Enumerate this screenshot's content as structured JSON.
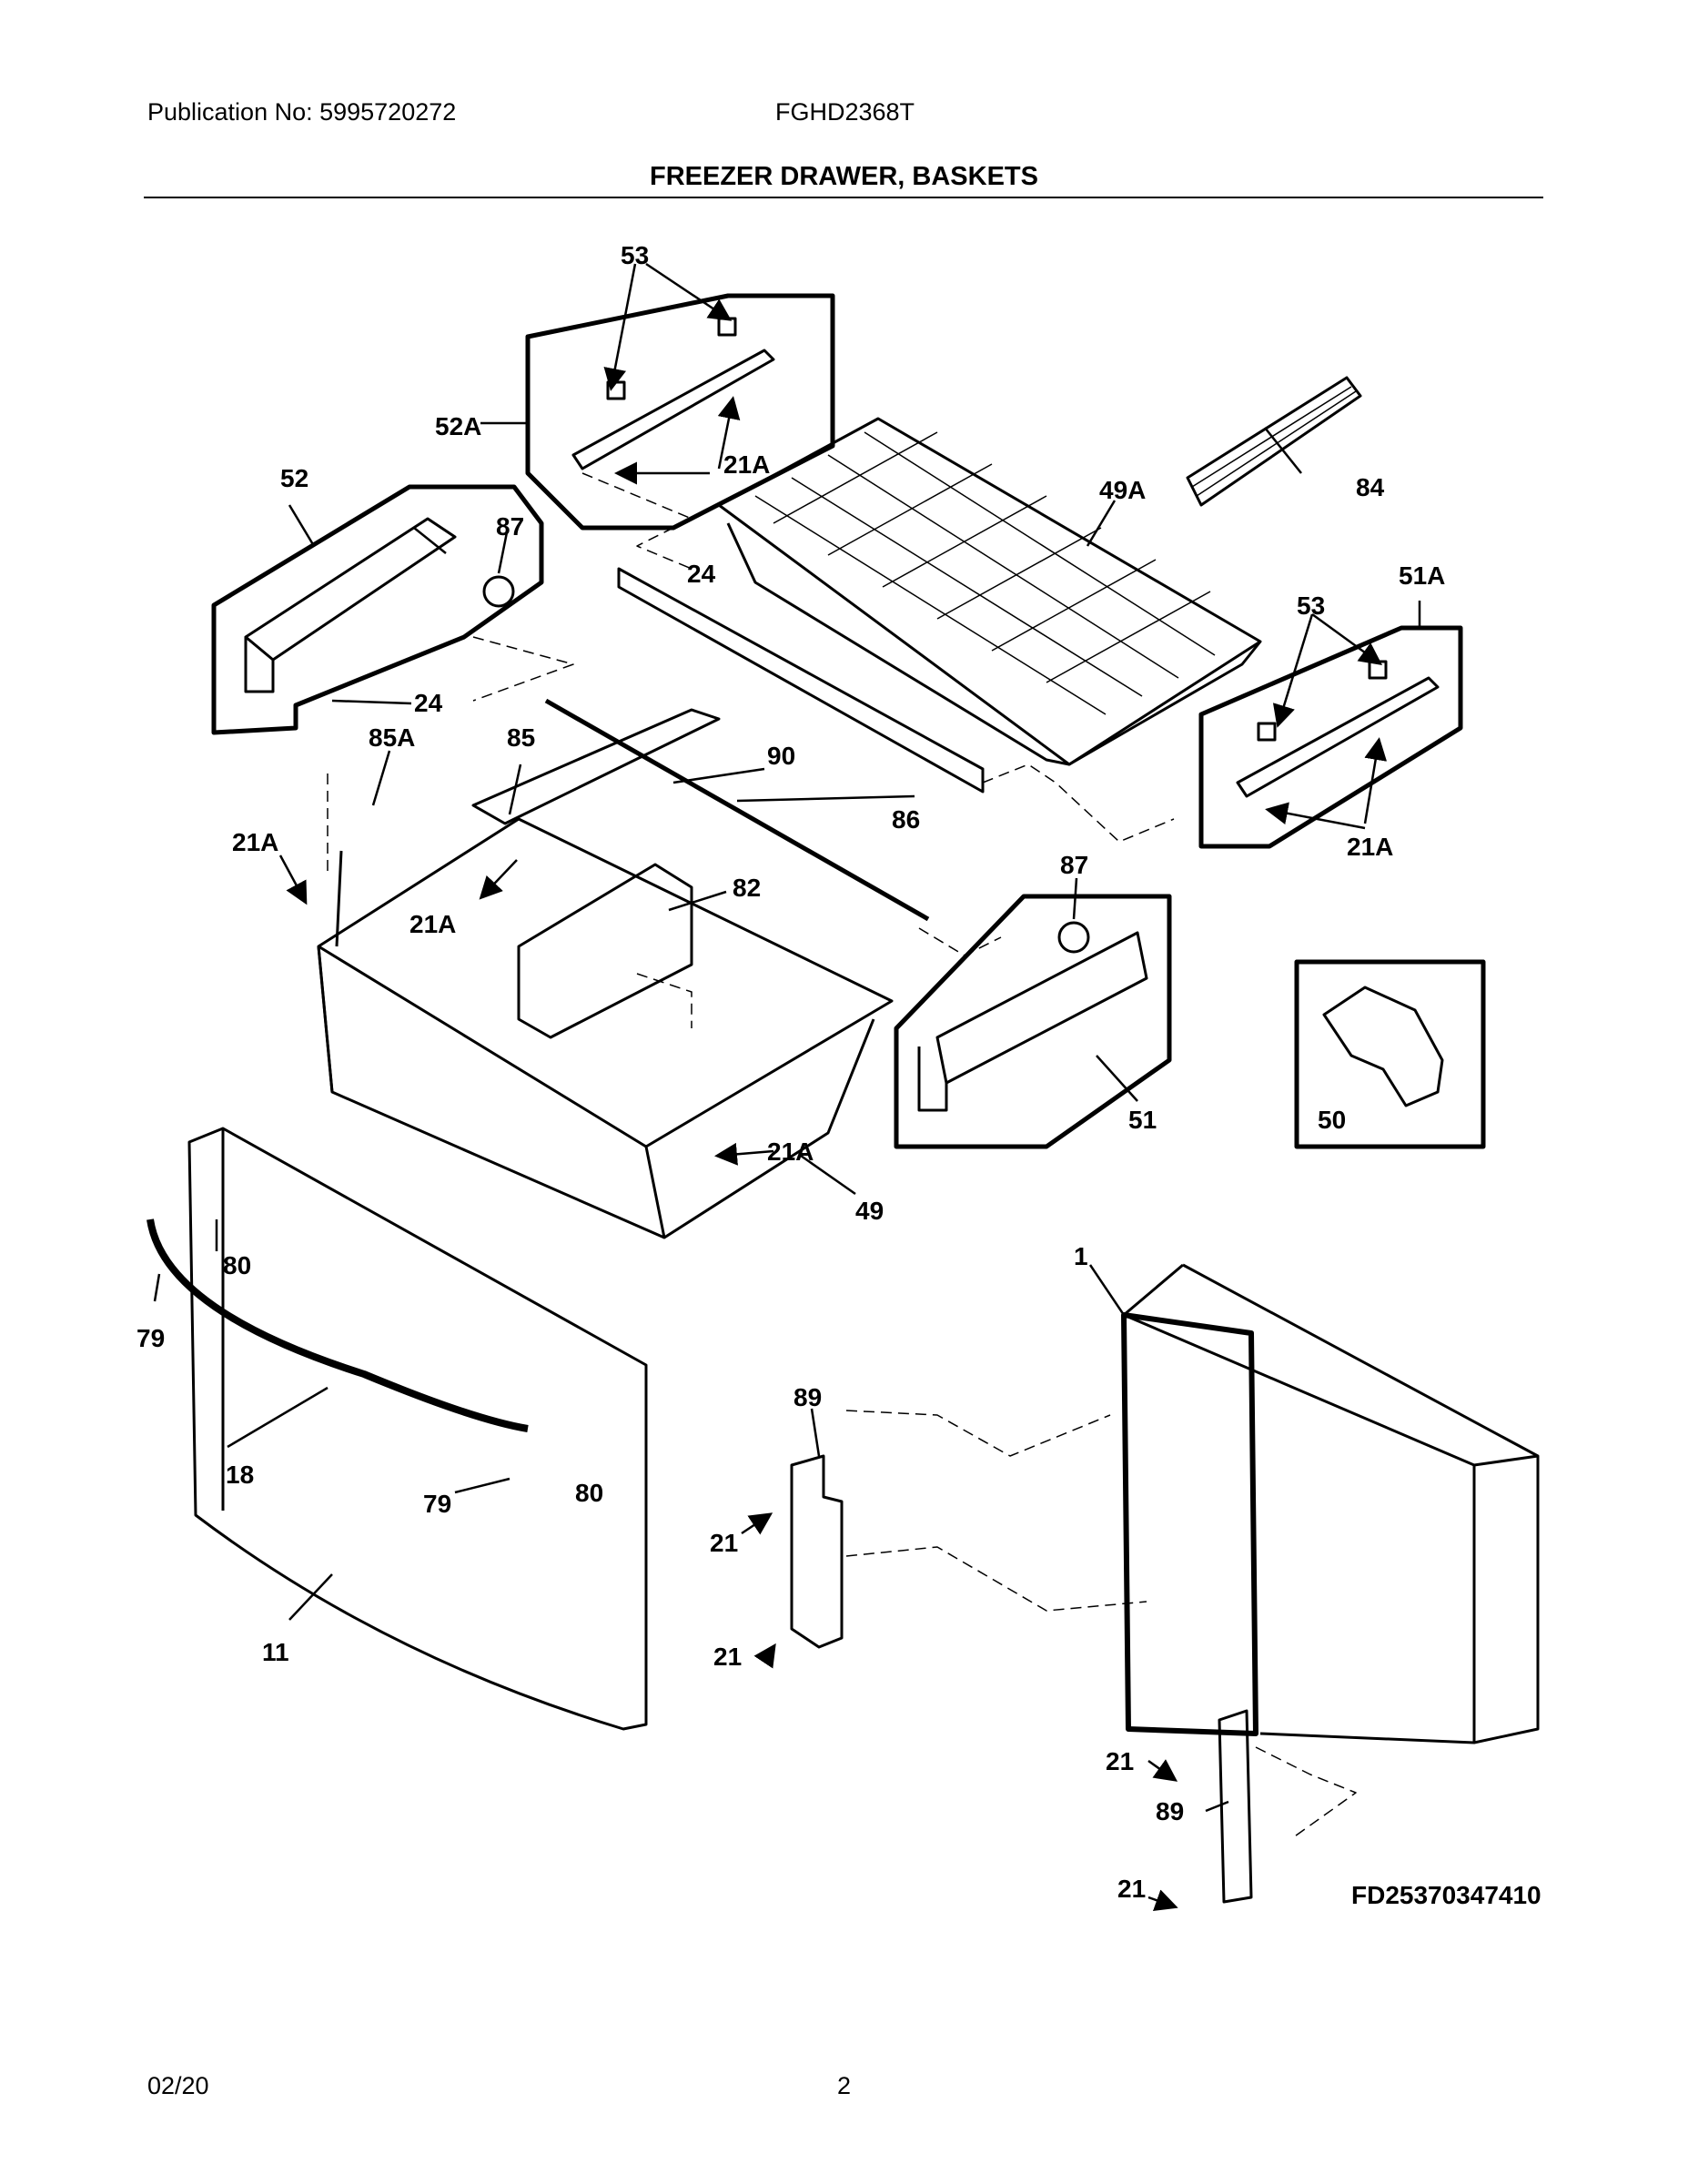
{
  "header": {
    "publication": "Publication No: 5995720272",
    "model": "FGHD2368T",
    "title": "FREEZER DRAWER, BASKETS"
  },
  "diagram_id": "FD25370347410",
  "labels": {
    "l53_top": "53",
    "l52A": "52A",
    "l21A_a": "21A",
    "l52": "52",
    "l87_a": "87",
    "l24_a": "24",
    "l24_b": "24",
    "l49A": "49A",
    "l84": "84",
    "l51A": "51A",
    "l53_b": "53",
    "l85A": "85A",
    "l85": "85",
    "l90": "90",
    "l86": "86",
    "l21A_b": "21A",
    "l21A_c": "21A",
    "l82": "82",
    "l21A_d": "21A",
    "l87_b": "87",
    "l21A_e": "21A",
    "l51": "51",
    "l50": "50",
    "l49": "49",
    "l80_a": "80",
    "l79_a": "79",
    "l18": "18",
    "l79_b": "79",
    "l80_b": "80",
    "l11": "11",
    "l89_a": "89",
    "l21_a": "21",
    "l21_b": "21",
    "l1": "1",
    "l21_c": "21",
    "l89_b": "89",
    "l21_d": "21"
  },
  "footer": {
    "date": "02/20",
    "page": "2"
  }
}
